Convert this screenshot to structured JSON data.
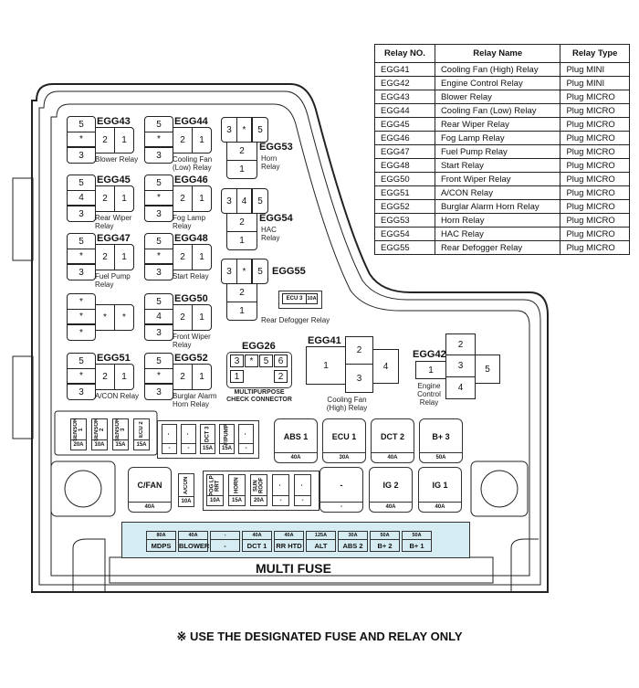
{
  "table": {
    "headers": [
      "Relay NO.",
      "Relay Name",
      "Relay Type"
    ],
    "rows": [
      [
        "EGG41",
        "Cooling Fan (High) Relay",
        "Plug MINI"
      ],
      [
        "EGG42",
        "Engine Control Relay",
        "Plug MINI"
      ],
      [
        "EGG43",
        "Blower Relay",
        "Plug MICRO"
      ],
      [
        "EGG44",
        "Cooling Fan (Low) Relay",
        "Plug MICRO"
      ],
      [
        "EGG45",
        "Rear Wiper Relay",
        "Plug MICRO"
      ],
      [
        "EGG46",
        "Fog Lamp Relay",
        "Plug MICRO"
      ],
      [
        "EGG47",
        "Fuel Pump Relay",
        "Plug MICRO"
      ],
      [
        "EGG48",
        "Start Relay",
        "Plug MICRO"
      ],
      [
        "EGG50",
        "Front Wiper Relay",
        "Plug MICRO"
      ],
      [
        "EGG51",
        "A/CON Relay",
        "Plug MICRO"
      ],
      [
        "EGG52",
        "Burglar Alarm Horn Relay",
        "Plug MICRO"
      ],
      [
        "EGG53",
        "Horn Relay",
        "Plug MICRO"
      ],
      [
        "EGG54",
        "HAC Relay",
        "Plug MICRO"
      ],
      [
        "EGG55",
        "Rear Defogger Relay",
        "Plug MICRO"
      ]
    ]
  },
  "relays": [
    {
      "id": "EGG43",
      "pins": [
        "5",
        "*",
        "3",
        "2",
        "1"
      ],
      "caption": "Blower Relay"
    },
    {
      "id": "EGG44",
      "pins": [
        "5",
        "*",
        "3",
        "2",
        "1"
      ],
      "caption": "Cooling Fan (Low) Relay"
    },
    {
      "id": "EGG45",
      "pins": [
        "5",
        "4",
        "3",
        "2",
        "1"
      ],
      "caption": "Rear Wiper Relay"
    },
    {
      "id": "EGG46",
      "pins": [
        "5",
        "*",
        "3",
        "2",
        "1"
      ],
      "caption": "Fog Lamp Relay"
    },
    {
      "id": "EGG47",
      "pins": [
        "5",
        "*",
        "3",
        "2",
        "1"
      ],
      "caption": "Fuel Pump Relay"
    },
    {
      "id": "EGG48",
      "pins": [
        "5",
        "*",
        "3",
        "2",
        "1"
      ],
      "caption": "Start Relay"
    },
    {
      "id": "",
      "pins": [
        "*",
        "*",
        "*",
        "*",
        "*"
      ],
      "caption": ""
    },
    {
      "id": "EGG50",
      "pins": [
        "5",
        "4",
        "3",
        "2",
        "1"
      ],
      "caption": "Front Wiper Relay"
    },
    {
      "id": "EGG51",
      "pins": [
        "5",
        "*",
        "3",
        "2",
        "1"
      ],
      "caption": "A/CON Relay"
    },
    {
      "id": "EGG52",
      "pins": [
        "5",
        "*",
        "3",
        "2",
        "1"
      ],
      "caption": "Burglar Alarm Horn Relay"
    }
  ],
  "vrelays": [
    {
      "id": "EGG53",
      "pins": [
        "3",
        "*",
        "5",
        "2",
        "1"
      ],
      "caption": "Horn Relay"
    },
    {
      "id": "EGG54",
      "pins": [
        "3",
        "4",
        "5",
        "2",
        "1"
      ],
      "caption": "HAC Relay"
    },
    {
      "id": "EGG55",
      "pins": [
        "3",
        "*",
        "5",
        "2",
        "1"
      ],
      "caption": "Rear Defogger Relay"
    }
  ],
  "ecu3": {
    "name": "ECU 3",
    "amp": "10A"
  },
  "egg26": {
    "id": "EGG26",
    "pins": [
      "3",
      "*",
      "5",
      "6",
      "1",
      "2"
    ],
    "caption": "MULTIPURPOSE CHECK CONNECTOR"
  },
  "egg41": {
    "id": "EGG41",
    "pins": [
      "1",
      "2",
      "3",
      "4"
    ],
    "caption": "Cooling Fan (High) Relay"
  },
  "egg42": {
    "id": "EGG42",
    "pins": [
      "1",
      "2",
      "3",
      "4",
      "5"
    ],
    "caption": "Engine Control Relay"
  },
  "fuses_small1": [
    {
      "n": "SENSOR 1",
      "a": "20A"
    },
    {
      "n": "SENSOR 2",
      "a": "10A"
    },
    {
      "n": "SENSOR 3",
      "a": "15A"
    },
    {
      "n": "ECU 2",
      "a": "15A"
    }
  ],
  "fuses_small2": [
    {
      "n": "-",
      "a": "-"
    },
    {
      "n": "-",
      "a": "-"
    },
    {
      "n": "DCT 3",
      "a": "15A"
    },
    {
      "n": "F/PUMP",
      "a": "15A"
    },
    {
      "n": "-",
      "a": "-"
    }
  ],
  "fuses_big1": [
    {
      "n": "ABS 1",
      "a": "40A"
    },
    {
      "n": "ECU 1",
      "a": "30A"
    },
    {
      "n": "DCT 2",
      "a": "40A"
    },
    {
      "n": "B+ 3",
      "a": "50A"
    }
  ],
  "cfan": {
    "n": "C/FAN",
    "a": "40A"
  },
  "acon": {
    "n": "A/CON",
    "a": "10A"
  },
  "fuses_small3": [
    {
      "n": "POG LP RRT",
      "a": "10A"
    },
    {
      "n": "HORN",
      "a": "15A"
    },
    {
      "n": "SUN ROOF",
      "a": "20A"
    },
    {
      "n": "-",
      "a": "-"
    },
    {
      "n": "-",
      "a": "-"
    }
  ],
  "fuses_big2": [
    {
      "n": "-",
      "a": "-"
    },
    {
      "n": "IG 2",
      "a": "40A"
    },
    {
      "n": "IG 1",
      "a": "40A"
    }
  ],
  "multi": [
    {
      "n": "MDPS",
      "a": "80A"
    },
    {
      "n": "BLOWER",
      "a": "40A"
    },
    {
      "n": "-",
      "a": "-"
    },
    {
      "n": "DCT 1",
      "a": "40A"
    },
    {
      "n": "RR HTD",
      "a": "40A"
    },
    {
      "n": "ALT",
      "a": "125A"
    },
    {
      "n": "ABS 2",
      "a": "30A"
    },
    {
      "n": "B+ 2",
      "a": "50A"
    },
    {
      "n": "B+ 1",
      "a": "50A"
    }
  ],
  "multi_label": "MULTI FUSE",
  "note": "※ USE THE DESIGNATED FUSE AND RELAY ONLY"
}
